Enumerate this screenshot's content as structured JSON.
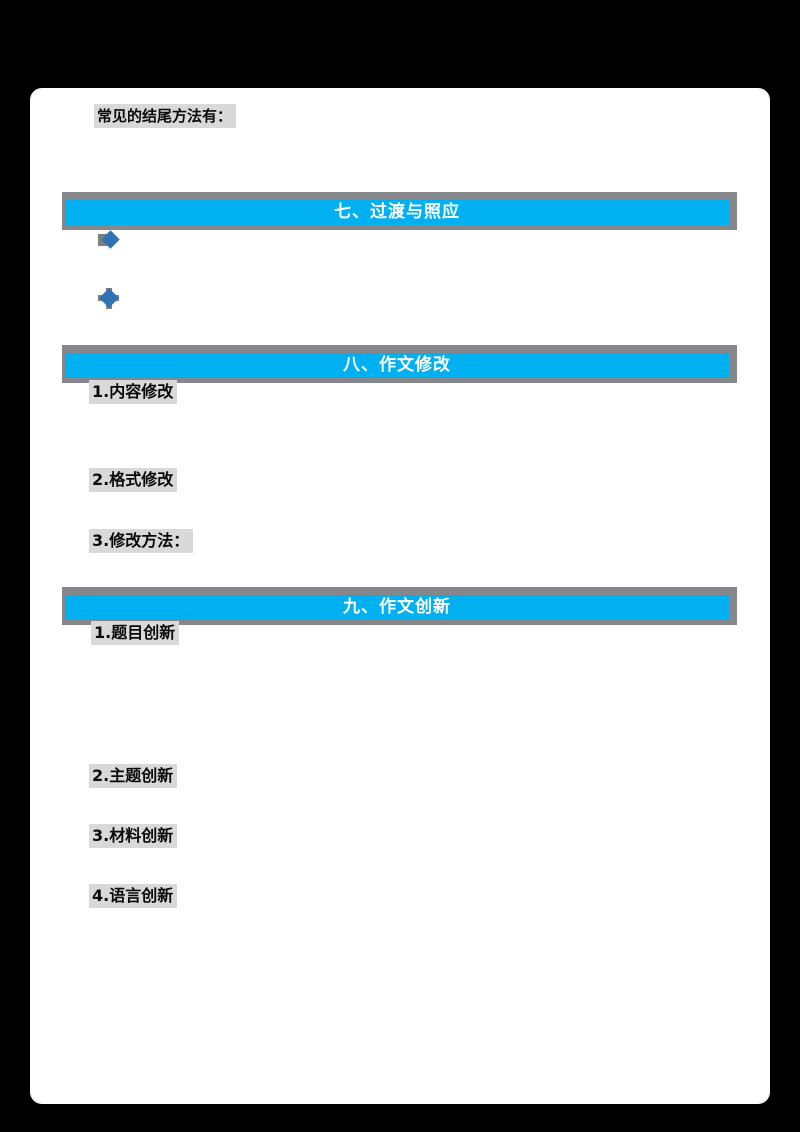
{
  "page": {
    "intro_label": "常见的结尾方法有：",
    "sections": [
      {
        "title": "七、过渡与照应",
        "items": []
      },
      {
        "title": "八、作文修改",
        "items": [
          {
            "label": "1.内容修改"
          },
          {
            "label": "2.格式修改"
          },
          {
            "label": "3.修改方法："
          }
        ]
      },
      {
        "title": "九、作文创新",
        "items": [
          {
            "label": "1.题目创新"
          },
          {
            "label": "2.主题创新"
          },
          {
            "label": "3.材料创新"
          },
          {
            "label": "4.语言创新"
          }
        ]
      }
    ],
    "icons": [
      {
        "name": "diamond-arrow-bullet-icon"
      },
      {
        "name": "diamond-cross-bullet-icon"
      }
    ]
  },
  "colors": {
    "frame_bg": "#000000",
    "page_bg": "#FFFFFF",
    "banner_fill": "#00B0F0",
    "banner_shadow": "#85878A",
    "banner_text": "#FFFFFF",
    "highlight": "#D9D9D9",
    "label_text": "#0A0A0A",
    "bullet_blue": "#2E74B5",
    "bullet_gray": "#7F7F7F"
  }
}
